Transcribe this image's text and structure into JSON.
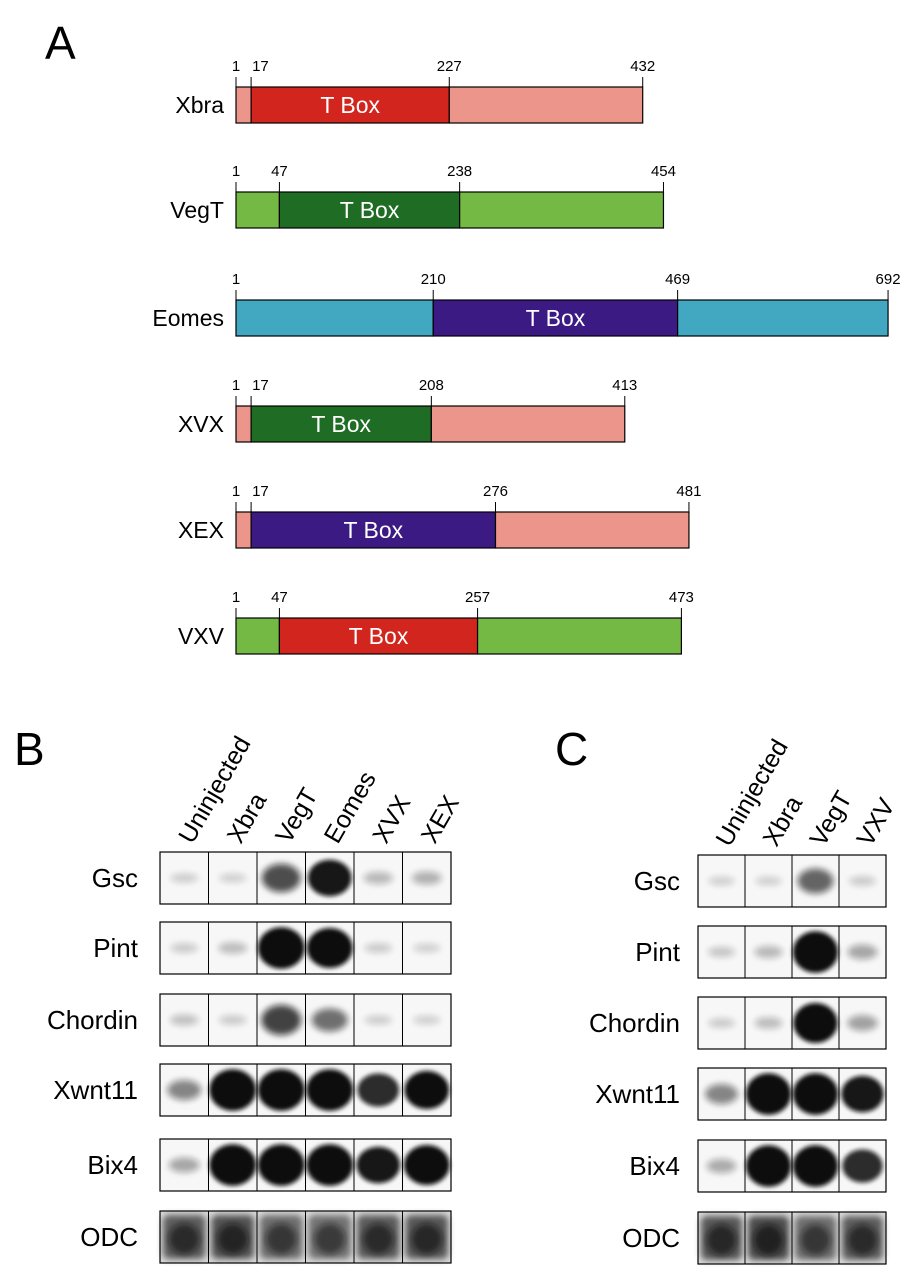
{
  "panels": {
    "a": "A",
    "b": "B",
    "c": "C"
  },
  "colors": {
    "pink": "#ec958b",
    "red": "#d2251e",
    "lightgreen": "#74b944",
    "darkgreen": "#1f6d25",
    "teal": "#42a7c1",
    "purple": "#3c1a83",
    "band": "#0e0e0e",
    "lane_bg": "#f7f7f7"
  },
  "tbox_label": "T Box",
  "constructs": [
    {
      "name": "Xbra",
      "total": 432,
      "ticks": [
        "1",
        "17",
        "227",
        "432"
      ],
      "segments": [
        {
          "from": 1,
          "to": 17,
          "color": "pink"
        },
        {
          "from": 17,
          "to": 227,
          "color": "red",
          "tbox": true
        },
        {
          "from": 227,
          "to": 432,
          "color": "pink"
        }
      ]
    },
    {
      "name": "VegT",
      "total": 454,
      "ticks": [
        "1",
        "47",
        "238",
        "454"
      ],
      "segments": [
        {
          "from": 1,
          "to": 47,
          "color": "lightgreen"
        },
        {
          "from": 47,
          "to": 238,
          "color": "darkgreen",
          "tbox": true
        },
        {
          "from": 238,
          "to": 454,
          "color": "lightgreen"
        }
      ]
    },
    {
      "name": "Eomes",
      "total": 692,
      "ticks": [
        "1",
        "210",
        "469",
        "692"
      ],
      "segments": [
        {
          "from": 1,
          "to": 210,
          "color": "teal"
        },
        {
          "from": 210,
          "to": 469,
          "color": "purple",
          "tbox": true
        },
        {
          "from": 469,
          "to": 692,
          "color": "teal"
        }
      ]
    },
    {
      "name": "XVX",
      "total": 413,
      "ticks": [
        "1",
        "17",
        "208",
        "413"
      ],
      "segments": [
        {
          "from": 1,
          "to": 17,
          "color": "pink"
        },
        {
          "from": 17,
          "to": 208,
          "color": "darkgreen",
          "tbox": true
        },
        {
          "from": 208,
          "to": 413,
          "color": "pink"
        }
      ]
    },
    {
      "name": "XEX",
      "total": 481,
      "ticks": [
        "1",
        "17",
        "276",
        "481"
      ],
      "segments": [
        {
          "from": 1,
          "to": 17,
          "color": "pink"
        },
        {
          "from": 17,
          "to": 276,
          "color": "purple",
          "tbox": true
        },
        {
          "from": 276,
          "to": 481,
          "color": "pink"
        }
      ]
    },
    {
      "name": "VXV",
      "total": 473,
      "ticks": [
        "1",
        "47",
        "257",
        "473"
      ],
      "segments": [
        {
          "from": 1,
          "to": 47,
          "color": "lightgreen"
        },
        {
          "from": 47,
          "to": 257,
          "color": "red",
          "tbox": true
        },
        {
          "from": 257,
          "to": 473,
          "color": "lightgreen"
        }
      ]
    }
  ],
  "blot_b": {
    "lanes": [
      "Uninjected",
      "Xbra",
      "VegT",
      "Eomes",
      "XVX",
      "XEX"
    ],
    "genes": [
      {
        "name": "Gsc",
        "signal": [
          0.03,
          0.02,
          0.6,
          0.85,
          0.12,
          0.15
        ]
      },
      {
        "name": "Pint",
        "signal": [
          0.04,
          0.1,
          1.0,
          0.95,
          0.04,
          0.02
        ]
      },
      {
        "name": "Chordin",
        "signal": [
          0.08,
          0.04,
          0.65,
          0.45,
          0.03,
          0.02
        ]
      },
      {
        "name": "Xwnt11",
        "signal": [
          0.35,
          1.0,
          1.0,
          1.0,
          0.75,
          0.9
        ]
      },
      {
        "name": "Bix4",
        "signal": [
          0.2,
          1.0,
          1.0,
          1.0,
          0.85,
          0.95
        ]
      },
      {
        "name": "ODC",
        "signal": [
          0.7,
          0.8,
          0.55,
          0.5,
          0.7,
          0.75
        ]
      }
    ]
  },
  "blot_c": {
    "lanes": [
      "Uninjected",
      "Xbra",
      "VegT",
      "VXV"
    ],
    "genes": [
      {
        "name": "Gsc",
        "signal": [
          0.02,
          0.02,
          0.5,
          0.04
        ]
      },
      {
        "name": "Pint",
        "signal": [
          0.06,
          0.12,
          1.0,
          0.2
        ]
      },
      {
        "name": "Chordin",
        "signal": [
          0.04,
          0.1,
          0.95,
          0.22
        ]
      },
      {
        "name": "Xwnt11",
        "signal": [
          0.35,
          1.0,
          1.0,
          0.85
        ]
      },
      {
        "name": "Bix4",
        "signal": [
          0.18,
          1.0,
          1.0,
          0.75
        ]
      },
      {
        "name": "ODC",
        "signal": [
          0.75,
          0.85,
          0.55,
          0.7
        ]
      }
    ]
  }
}
